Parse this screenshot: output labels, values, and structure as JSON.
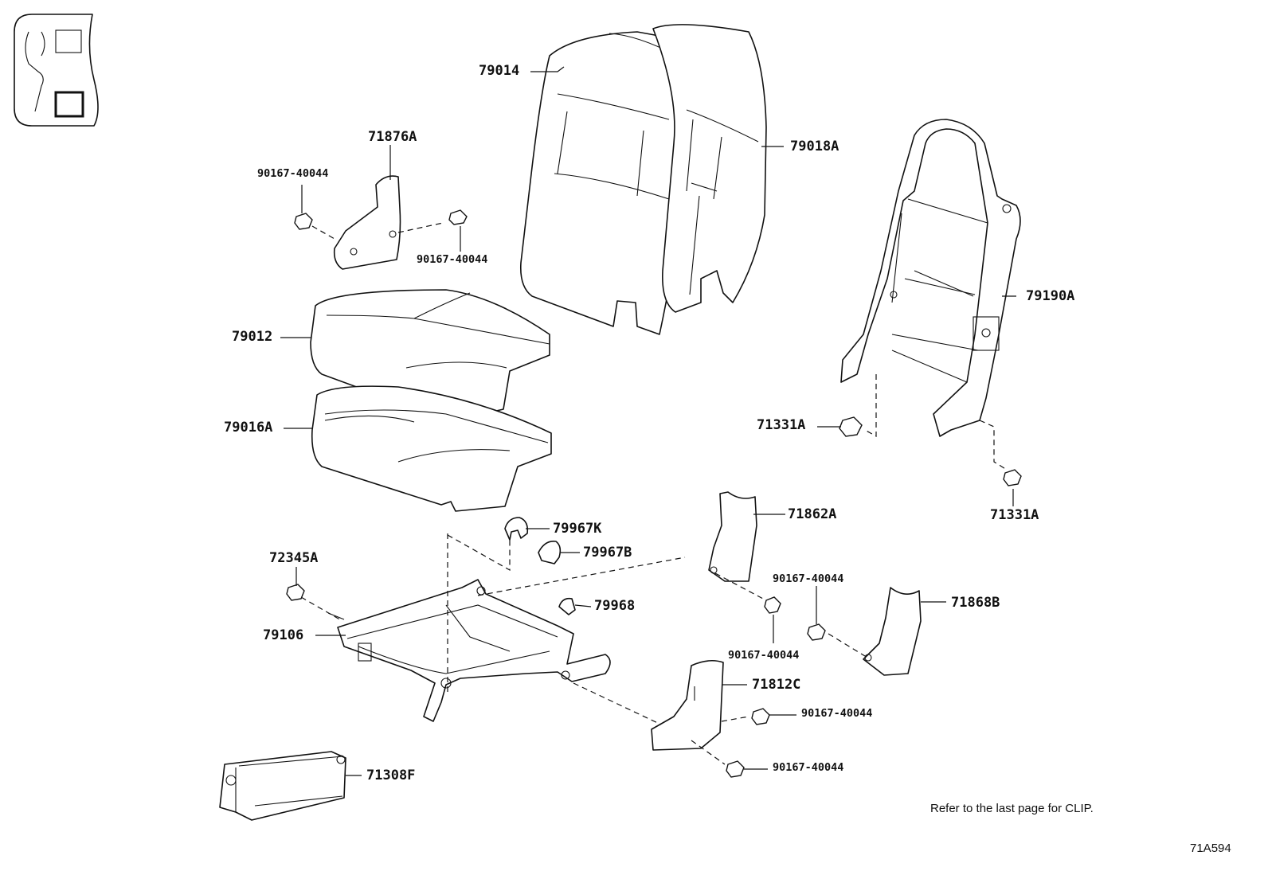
{
  "parts": [
    {
      "key": "79014",
      "label": "79014"
    },
    {
      "key": "79018A",
      "label": "79018A"
    },
    {
      "key": "71876A",
      "label": "71876A"
    },
    {
      "key": "90167-40044_a",
      "label": "90167-40044"
    },
    {
      "key": "90167-40044_b",
      "label": "90167-40044"
    },
    {
      "key": "79190A",
      "label": "79190A"
    },
    {
      "key": "79012",
      "label": "79012"
    },
    {
      "key": "79016A",
      "label": "79016A"
    },
    {
      "key": "71331A_a",
      "label": "71331A"
    },
    {
      "key": "71331A_b",
      "label": "71331A"
    },
    {
      "key": "71862A",
      "label": "71862A"
    },
    {
      "key": "79967K",
      "label": "79967K"
    },
    {
      "key": "79967B",
      "label": "79967B"
    },
    {
      "key": "72345A",
      "label": "72345A"
    },
    {
      "key": "90167-40044_c",
      "label": "90167-40044"
    },
    {
      "key": "71868B",
      "label": "71868B"
    },
    {
      "key": "79968",
      "label": "79968"
    },
    {
      "key": "79106",
      "label": "79106"
    },
    {
      "key": "90167-40044_d",
      "label": "90167-40044"
    },
    {
      "key": "71812C",
      "label": "71812C"
    },
    {
      "key": "90167-40044_e",
      "label": "90167-40044"
    },
    {
      "key": "90167-40044_f",
      "label": "90167-40044"
    },
    {
      "key": "71308F",
      "label": "71308F"
    }
  ],
  "note": "Refer to the last page for CLIP.",
  "diagram_code": "71A594"
}
